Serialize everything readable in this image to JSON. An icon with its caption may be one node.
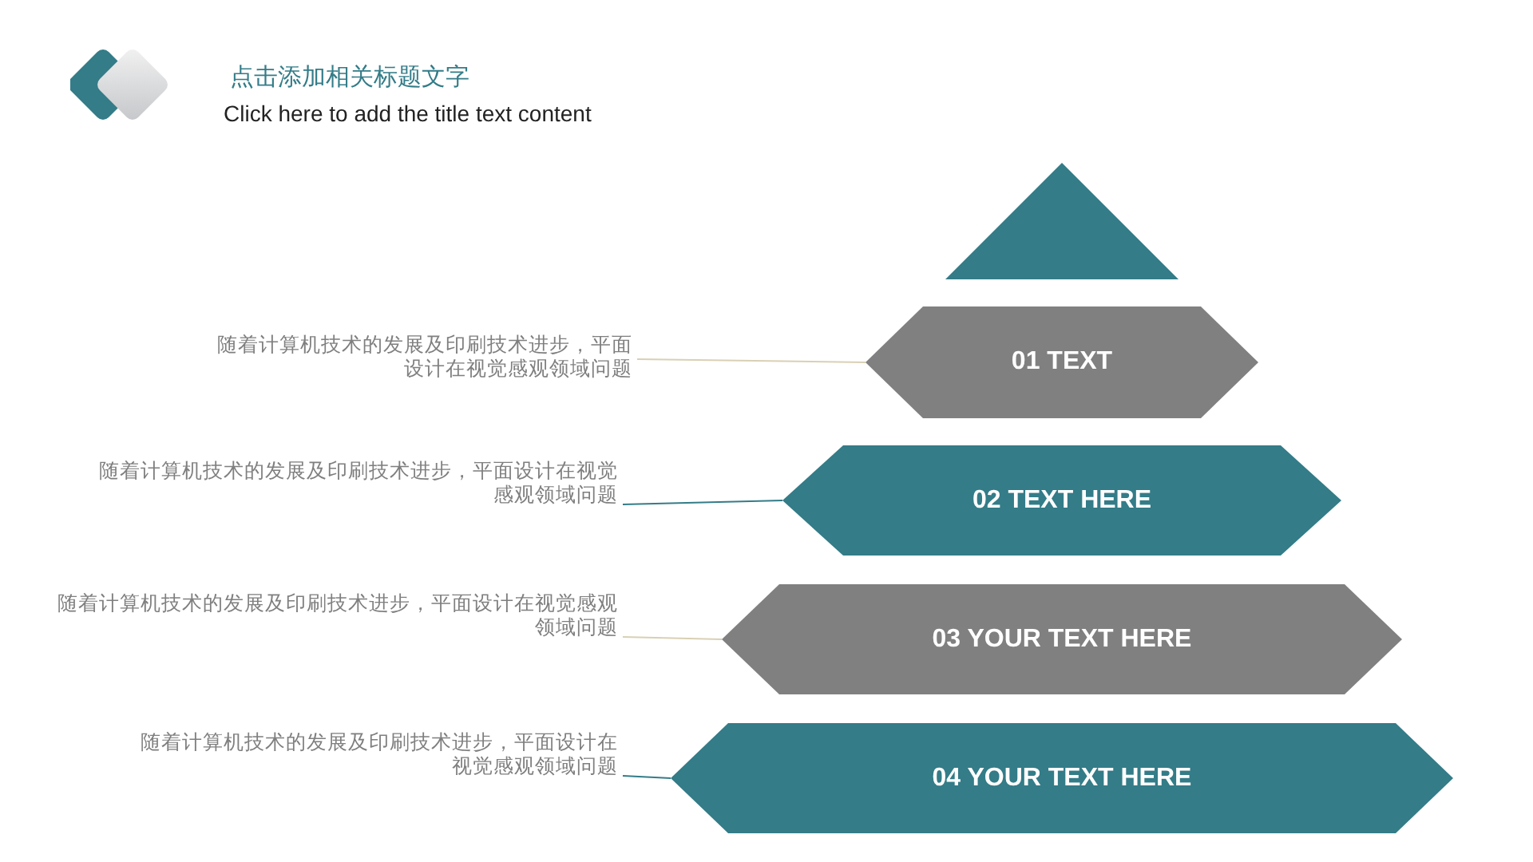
{
  "diagram": {
    "title": "点击添加相关标题文字",
    "nodes": [
      {
        "text": [],
        "shape": "triangle"
      },
      {
        "text": [
          "01 TEXT"
        ]
      },
      {
        "text": [
          "02 TEXT HERE"
        ]
      },
      {
        "text": [
          "03 YOUR TEXT HERE"
        ]
      },
      {
        "text": [
          "04 YOUR TEXT HERE"
        ]
      },
      {
        "text": [
          "随着计算机技术的发展及印刷技术进步，平面设计在视觉感观领域问题"
        ]
      },
      {
        "text": [
          "随着计算机技术的发展及印刷技术进步，平面设计在视觉感观领域问题"
        ]
      },
      {
        "text": [
          "随着计算机技术的发展及印刷技术进步，平面设计在视觉感观领域问题"
        ]
      },
      {
        "text": [
          "随着计算机技术的发展及印刷技术进步，平面设计在视觉感观领域问题"
        ]
      }
    ],
    "edges": [
      {
        "from": 5,
        "to": 1,
        "arrow": "none",
        "color": "#d9d0b4"
      },
      {
        "from": 6,
        "to": 2,
        "arrow": "none",
        "color": "#337c88"
      },
      {
        "from": 7,
        "to": 3,
        "arrow": "none",
        "color": "#d9d0b4"
      },
      {
        "from": 8,
        "to": 4,
        "arrow": "none",
        "color": "#337c88"
      }
    ],
    "labels": [
      "Click here to add the title text content"
    ]
  }
}
